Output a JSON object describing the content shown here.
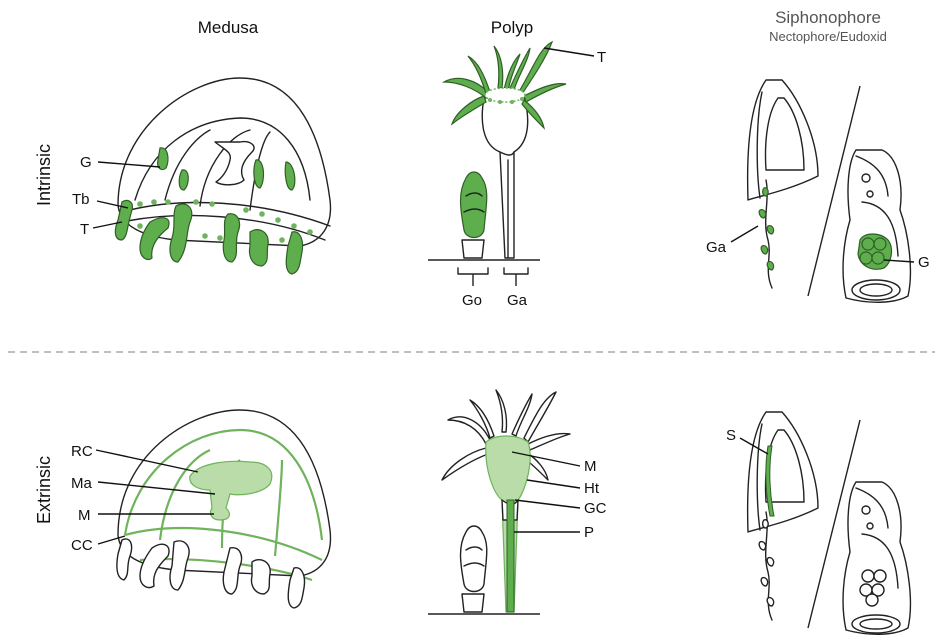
{
  "columns": {
    "medusa": "Medusa",
    "polyp": "Polyp",
    "siphonophore": "Siphonophore",
    "siphonophore_sub": "Nectophore/Eudoxid"
  },
  "rows": {
    "intrinsic": "Intrinsic",
    "extrinsic": "Extrinsic"
  },
  "labels": {
    "medusa_intrinsic": [
      "G",
      "Tb",
      "T"
    ],
    "polyp_intrinsic": [
      "T",
      "Go",
      "Ga"
    ],
    "siph_intrinsic": [
      "Ga",
      "G"
    ],
    "medusa_extrinsic": [
      "RC",
      "Ma",
      "M",
      "CC"
    ],
    "polyp_extrinsic": [
      "M",
      "Ht",
      "GC",
      "P"
    ],
    "siph_extrinsic": [
      "S"
    ]
  },
  "colors": {
    "green_dark": "#5fae4d",
    "green_light": "#b9dca8",
    "outline": "#222222",
    "divider": "#aaaaaa"
  }
}
